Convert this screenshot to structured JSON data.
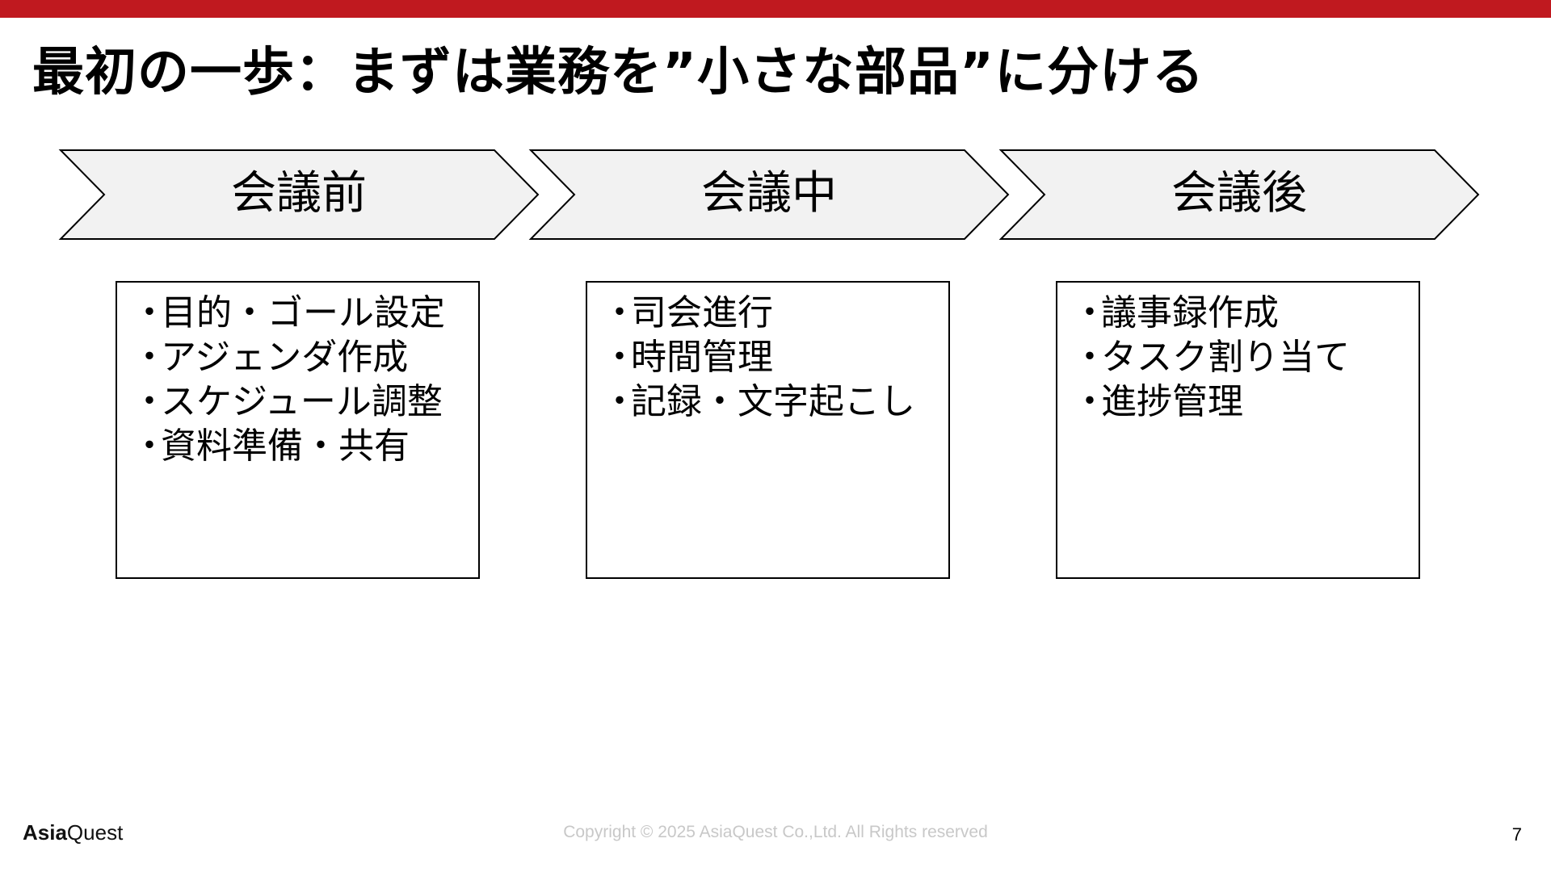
{
  "slide": {
    "title": "最初の一歩：まずは業務を”小さな部品”に分ける",
    "colors": {
      "accent": "#c0191f",
      "chevron_fill": "#f2f2f2",
      "stroke": "#000000",
      "copyright_text": "#c8c8c8"
    }
  },
  "phases": [
    {
      "label": "会議前",
      "items": [
        "目的・ゴール設定",
        "アジェンダ作成",
        "スケジュール調整",
        "資料準備・共有"
      ]
    },
    {
      "label": "会議中",
      "items": [
        "司会進行",
        "時間管理",
        "記録・文字起こし"
      ]
    },
    {
      "label": "会議後",
      "items": [
        "議事録作成",
        "タスク割り当て",
        "進捗管理"
      ]
    }
  ],
  "bullet": "・",
  "footer": {
    "logo_bold": "Asia",
    "logo_light": "Quest",
    "copyright": "Copyright © 2025 AsiaQuest Co.,Ltd. All Rights reserved",
    "page_number": "7"
  }
}
